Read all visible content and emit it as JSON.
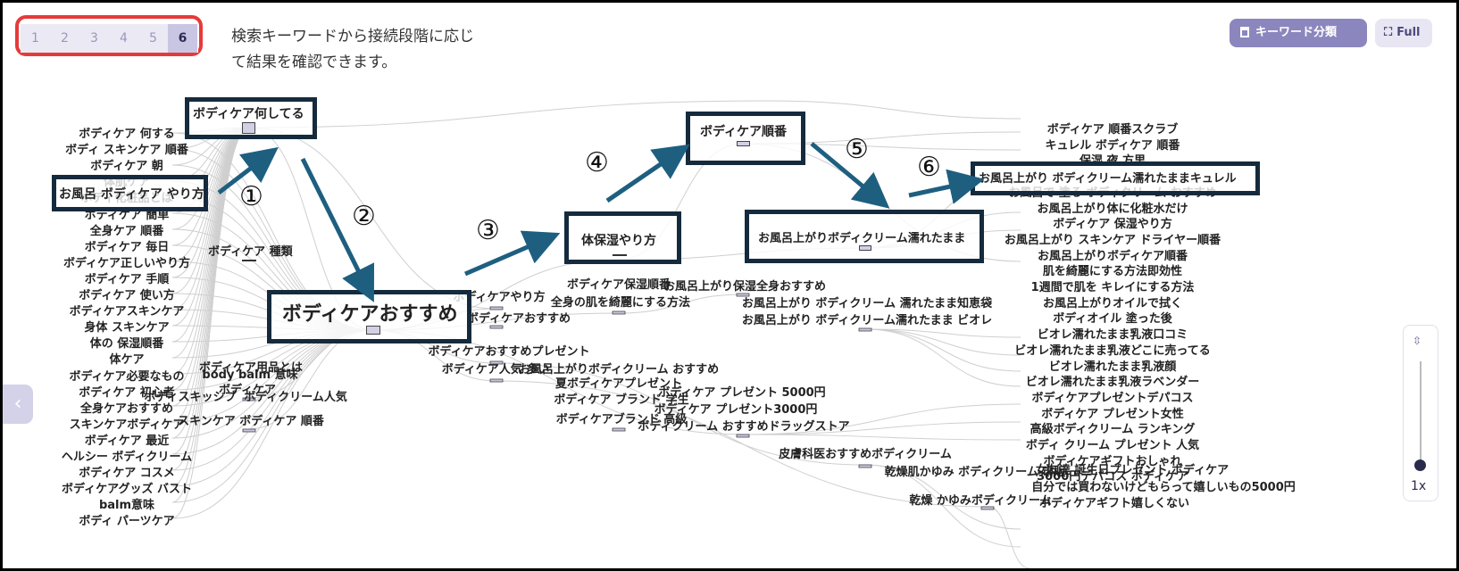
{
  "pager": {
    "pages": [
      "1",
      "2",
      "3",
      "4",
      "5",
      "6"
    ],
    "active_index": 5
  },
  "help_text": "検索キーワードから接続段階に応じて結果を確認できます。",
  "buttons": {
    "keyword_classify": "キーワード分類",
    "full": "Full"
  },
  "zoom": {
    "label": "1x"
  },
  "step_numbers": [
    "①",
    "②",
    "③",
    "④",
    "⑤",
    "⑥"
  ],
  "colors": {
    "accent": "#8b86bd",
    "box_border": "#152b3d",
    "arrow": "#1e5f80",
    "highlight": "#e63a3a"
  },
  "graph": {
    "nodes": [
      {
        "id": "n0",
        "label": "ボディケア何してる",
        "level": 1
      },
      {
        "id": "n1",
        "label": "ボディケアおすすめ",
        "level": 2
      },
      {
        "id": "n2",
        "label": "体保湿やり方",
        "level": 3
      },
      {
        "id": "n3",
        "label": "ボディケア順番",
        "level": 4
      },
      {
        "id": "n4",
        "label": "お風呂上がりボディクリーム濡れたまま",
        "level": 5
      },
      {
        "id": "n5",
        "label": "お風呂上がり ボディクリーム濡れたままキュレル",
        "level": 6
      },
      {
        "id": "n6",
        "label": "お風呂 ボディケア やり方",
        "level": 0
      },
      {
        "id": "n7",
        "label": "ボディケア 種類",
        "level": 1
      }
    ],
    "left_keywords": [
      "ボディケア 何する",
      "ボディ スキンケア 順番",
      "ボディケア 朝",
      "体肌ケア",
      "ボディ化粧品とは",
      "ボディケア 簡単",
      "全身ケア 順番",
      "ボディケア 毎日",
      "ボディケア正しいやり方",
      "ボディケア 手順",
      "ボディケア 使い方",
      "ボディケアスキンケア",
      "身体 スキンケア",
      "体の 保湿順番",
      "体ケア",
      "ボディケア必要なもの",
      "ボディケア 初心者",
      "全身ケアおすすめ",
      "スキンケアボディケア",
      "ボディケア 最近",
      "ヘルシー ボディクリーム",
      "ボディケア コスメ",
      "ボディケアグッズ バスト",
      "balm意味",
      "ボディ パーツケア"
    ],
    "mid_keywords": [
      "ボディケア用品とは",
      "body balm 意味",
      "ボディケア",
      "ボディスキッシブ",
      "ボディクリーム人気",
      "スキンケア ボディケア 順番",
      "ボディケアやり方",
      "ボディケアおすすめ",
      "ボディケアおすすめプレゼント",
      "ボディケア人気 多い",
      "お風呂上がりボディクリーム おすすめ",
      "夏ボディケアプレゼント",
      "ボディケア ブランド 学生",
      "ボディケアブランド 高級",
      "ボディケア保湿順番",
      "全身の肌を綺麗にする方法",
      "ボディケア プレゼント 5000円",
      "ボディケア プレゼント3000円",
      "ボディクリーム おすすめドラッグストア",
      "皮膚科医おすすめボディクリーム",
      "お風呂上がり保湿全身おすすめ",
      "お風呂上がり ボディクリーム 濡れたまま知恵袋",
      "お風呂上がり ボディクリーム濡れたまま ビオレ",
      "乾燥肌かゆみ ボディクリーム 市販",
      "女友達 誕生日プレゼント ボディケア",
      "自分では買わないけどもらって嬉しいもの5000円",
      "乾燥 かゆみボディクリーム",
      "ボディケアギフト嬉しくない"
    ],
    "right_keywords": [
      "ボディケア 順番スクラブ",
      "キュレル ボディケア 順番",
      "保湿 夜 方里",
      "お風呂で 塗る ボディクリーム おすすめ",
      "お風呂上がり体に化粧水だけ",
      "ボディケア 保湿やり方",
      "お風呂上がり スキンケア ドライヤー順番",
      "お風呂上がりボディケア順番",
      "肌を綺麗にする方法即効性",
      "1週間で肌を キレイにする方法",
      "お風呂上がりオイルで拭く",
      "ボディオイル 塗った後",
      "ビオレ濡れたまま乳液口コミ",
      "ビオレ濡れたまま乳液どこに売ってる",
      "ビオレ濡れたまま乳液顔",
      "ビオレ濡れたまま乳液ラベンダー",
      "ボディケアプレゼントデパコス",
      "ボディケア プレゼント女性",
      "高級ボディクリーム ランキング",
      "ボディ クリーム プレゼント 人気",
      "ボディケアギフトおしゃれ",
      "3000円デパコス ボディケア"
    ]
  }
}
